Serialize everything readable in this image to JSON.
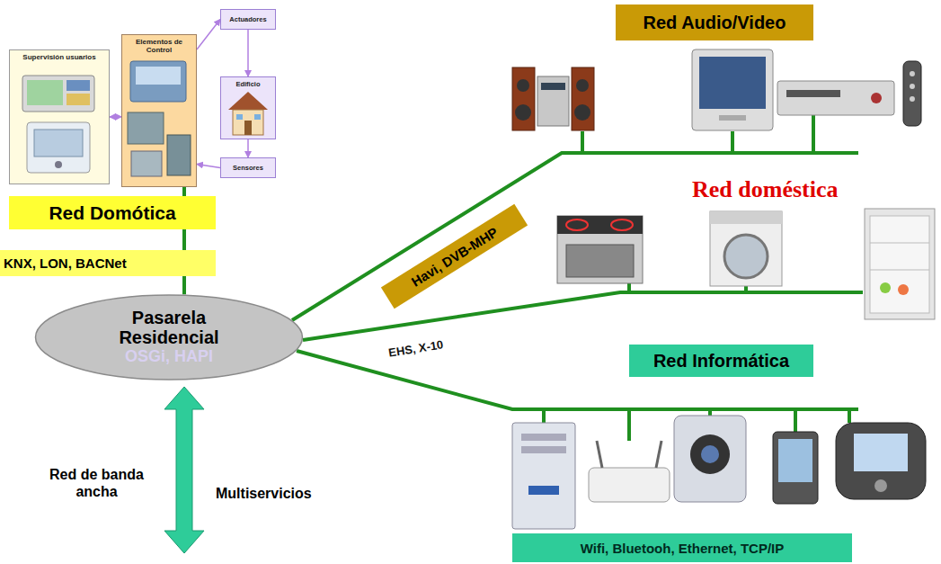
{
  "diagram": {
    "nodes": [
      {
        "text": [
          "Supervisión usuarios"
        ]
      },
      {
        "text": [
          "Elementos de Control"
        ]
      },
      {
        "text": [
          "Actuadores"
        ]
      },
      {
        "text": [
          "Edificio"
        ]
      },
      {
        "text": [
          "Sensores"
        ]
      },
      {
        "text": [
          "Red Domótica"
        ]
      },
      {
        "text": [
          "KNX, LON, BACNet"
        ]
      },
      {
        "text": [
          "Pasarela Residencial",
          "OSGi, HAPI"
        ]
      },
      {
        "text": [
          "Red Audio/Video"
        ]
      },
      {
        "text": [
          "Havi, DVB-MHP"
        ]
      },
      {
        "text": [
          "Red Informática"
        ]
      },
      {
        "text": [
          "Wifi, Bluetooh, Ethernet, TCP/IP"
        ]
      }
    ],
    "edges": [
      {
        "from": 0,
        "to": 1,
        "arrow": "both"
      },
      {
        "from": 1,
        "to": 2,
        "arrow": "to"
      },
      {
        "from": 2,
        "to": 3,
        "arrow": "to"
      },
      {
        "from": 3,
        "to": 4,
        "arrow": "to"
      },
      {
        "from": 4,
        "to": 1,
        "arrow": "to"
      },
      {
        "from": 1,
        "to": 5,
        "arrow": "none"
      },
      {
        "from": 5,
        "to": 6,
        "arrow": "none"
      },
      {
        "from": 6,
        "to": 7,
        "arrow": "none"
      }
    ],
    "labels": [
      "Red doméstica",
      "EHS, X-10",
      "Red de banda ancha",
      "Multiservicios"
    ]
  }
}
